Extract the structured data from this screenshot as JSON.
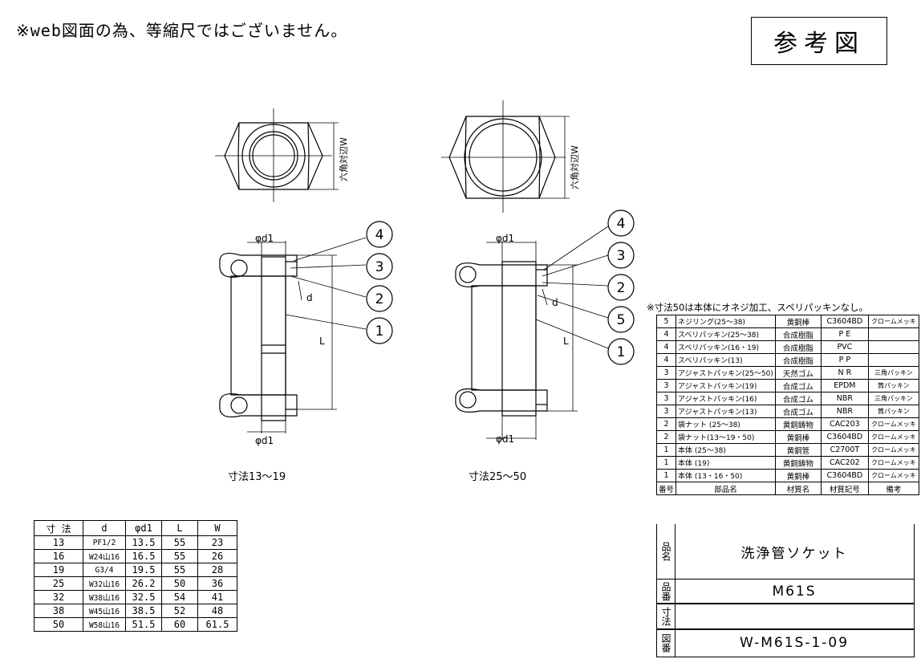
{
  "notice": "※web図面の為、等縮尺ではございません。",
  "ref_label": "参考図",
  "drawing": {
    "left_caption": "寸法13～19",
    "right_caption": "寸法25～50",
    "hex_label": "六角対辺W",
    "phi_d1": "φd1",
    "d_label": "d",
    "L_label": "L",
    "balloons_left": [
      "4",
      "3",
      "2",
      "1"
    ],
    "balloons_right": [
      "4",
      "3",
      "2",
      "5",
      "1"
    ]
  },
  "dims_table": {
    "headers": [
      "寸 法",
      "d",
      "φd1",
      "L",
      "W"
    ],
    "rows": [
      [
        "13",
        "PF1/2",
        "13.5",
        "55",
        "23"
      ],
      [
        "16",
        "W24山16",
        "16.5",
        "55",
        "26"
      ],
      [
        "19",
        "G3/4",
        "19.5",
        "55",
        "28"
      ],
      [
        "25",
        "W32山16",
        "26.2",
        "50",
        "36"
      ],
      [
        "32",
        "W38山16",
        "32.5",
        "54",
        "41"
      ],
      [
        "38",
        "W45山16",
        "38.5",
        "52",
        "48"
      ],
      [
        "50",
        "W58山16",
        "51.5",
        "60",
        "61.5"
      ]
    ]
  },
  "parts_note": "※寸法50は本体にオネジ加工、スペリパッキンなし。",
  "parts_table": {
    "headers": [
      "番号",
      "部品名",
      "材質名",
      "材質記号",
      "備考"
    ],
    "rows": [
      [
        "5",
        "ネジリング(25～38)",
        "黄銅棒",
        "C3604BD",
        "クロームメッキ"
      ],
      [
        "4",
        "スベリパッキン(25～38)",
        "合成樹脂",
        "P E",
        ""
      ],
      [
        "4",
        "スベリパッキン(16・19)",
        "合成樹脂",
        "PVC",
        ""
      ],
      [
        "4",
        "スベリパッキン(13)",
        "合成樹脂",
        "P P",
        ""
      ],
      [
        "3",
        "アジャストパッキン(25～50)",
        "天然ゴム",
        "N R",
        "三角パッキン"
      ],
      [
        "3",
        "アジャストパッキン(19)",
        "合成ゴム",
        "EPDM",
        "筒パッキン"
      ],
      [
        "3",
        "アジャストパッキン(16)",
        "合成ゴム",
        "NBR",
        "三角パッキン"
      ],
      [
        "3",
        "アジャストパッキン(13)",
        "合成ゴム",
        "NBR",
        "筒パッキン"
      ],
      [
        "2",
        "袋ナット (25～38)",
        "黄銅鋳物",
        "CAC203",
        "クロームメッキ"
      ],
      [
        "2",
        "袋ナット(13～19・50)",
        "黄銅棒",
        "C3604BD",
        "クロームメッキ"
      ],
      [
        "1",
        "本体 (25～38)",
        "黄銅管",
        "C2700T",
        "クロームメッキ"
      ],
      [
        "1",
        "本体 (19)",
        "黄銅鋳物",
        "CAC202",
        "クロームメッキ"
      ],
      [
        "1",
        "本体 (13・16・50)",
        "黄銅棒",
        "C3604BD",
        "クロームメッキ"
      ]
    ]
  },
  "title_block": {
    "name_key": "品名",
    "name": "洗浄管ソケット",
    "number_key": "品番",
    "number": "M61S",
    "size_key": "寸法",
    "size": "",
    "drawing_key": "図番",
    "drawing_no": "W-M61S-1-09"
  }
}
